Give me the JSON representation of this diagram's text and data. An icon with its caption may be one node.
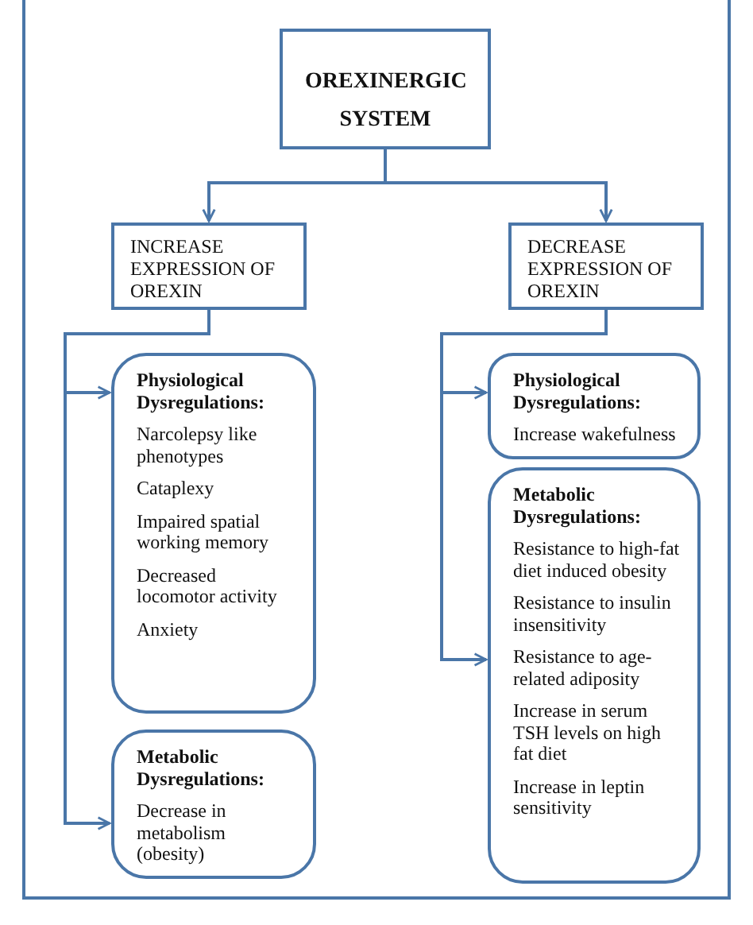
{
  "diagram": {
    "nodes": [
      {
        "text": [
          "OREXINERGIC SYSTEM"
        ]
      },
      {
        "text": [
          "INCREASE EXPRESSION OF OREXIN"
        ]
      },
      {
        "text": [
          "DECREASE EXPRESSION OF OREXIN"
        ]
      },
      {
        "text": [
          "Physiological Dysregulations:",
          "Narcolepsy like phenotypes",
          "Cataplexy",
          "Impaired spatial working memory",
          "Decreased locomotor activity",
          "Anxiety"
        ]
      },
      {
        "text": [
          "Metabolic Dysregulations:",
          "Decrease in metabolism (obesity)"
        ]
      },
      {
        "text": [
          "Physiological Dysregulations:",
          "Increase wakefulness"
        ]
      },
      {
        "text": [
          "Metabolic Dysregulations:",
          "Resistance to high-fat diet induced obesity",
          "Resistance to insulin insensitivity",
          "Resistance to age-related adiposity",
          "Increase in serum TSH levels on high fat diet",
          "Increase in leptin sensitivity"
        ]
      }
    ],
    "edges": [
      {
        "from": 0,
        "to": 1,
        "arrow": "to"
      },
      {
        "from": 0,
        "to": 2,
        "arrow": "to"
      },
      {
        "from": 1,
        "to": 3,
        "arrow": "to"
      },
      {
        "from": 1,
        "to": 4,
        "arrow": "to"
      },
      {
        "from": 2,
        "to": 5,
        "arrow": "to"
      },
      {
        "from": 2,
        "to": 6,
        "arrow": "to"
      }
    ]
  }
}
